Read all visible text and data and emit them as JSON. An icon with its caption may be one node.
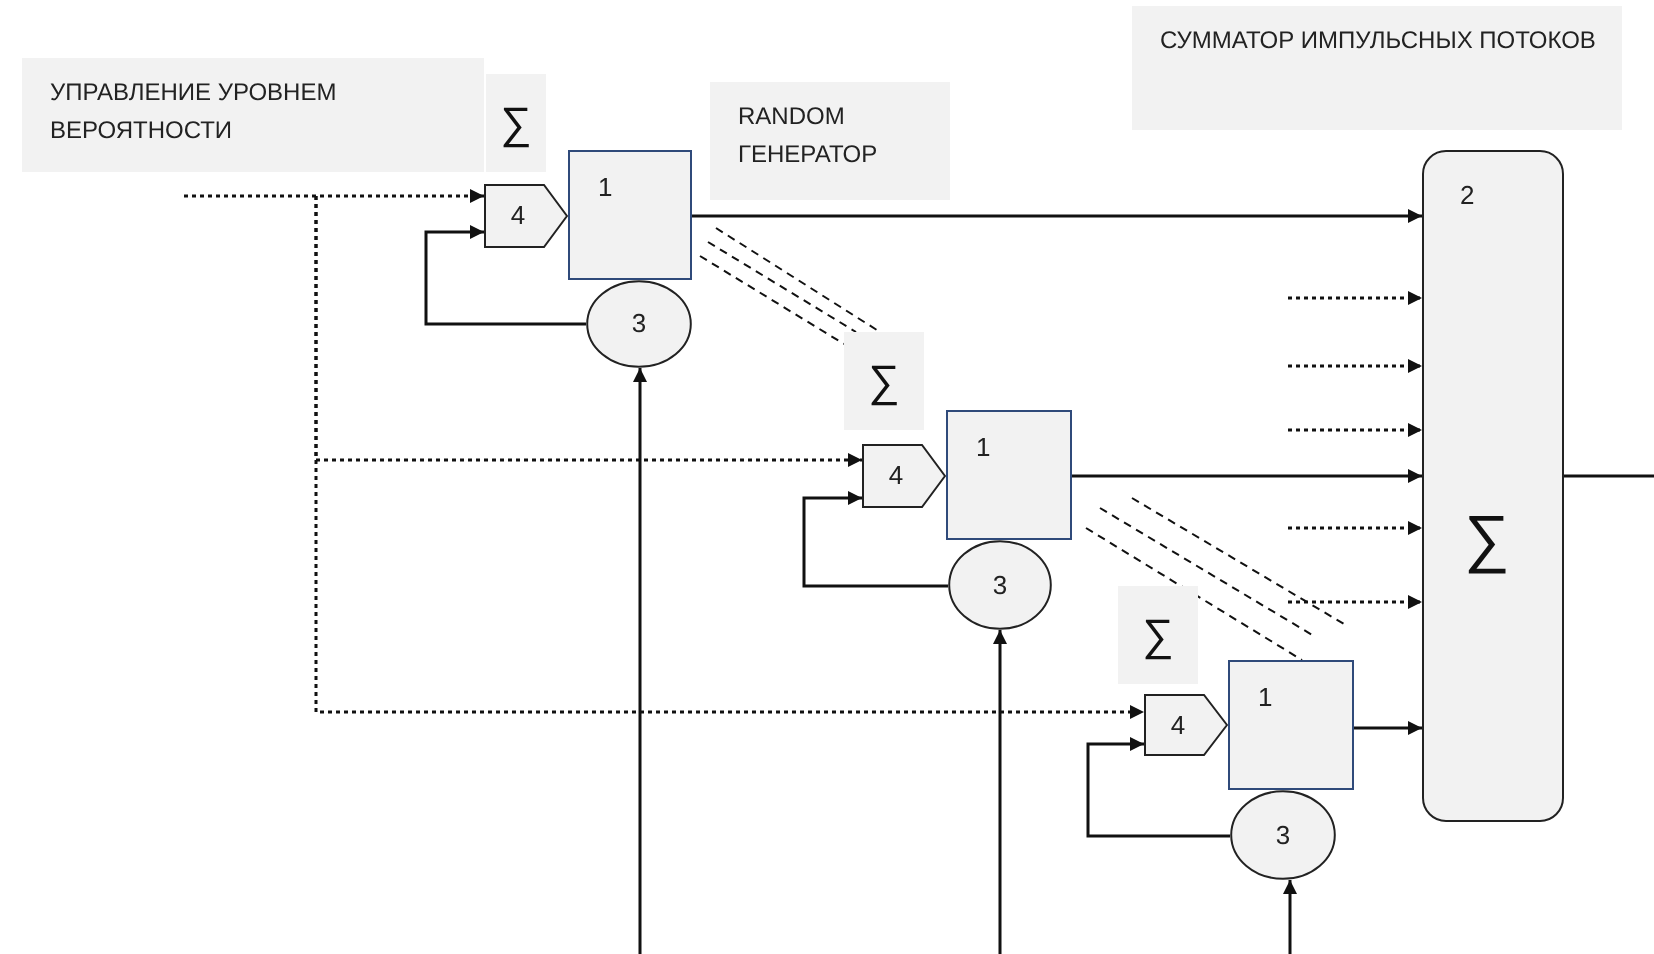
{
  "diagram": {
    "nodes": [
      {
        "text": [
          "УПРАВЛЕНИЕ УРОВНЕМ ВЕРОЯТНОСТИ"
        ]
      },
      {
        "text": [
          "∑"
        ]
      },
      {
        "text": [
          "RANDOM ГЕНЕРАТОР"
        ]
      },
      {
        "text": [
          "СУММАТОР ИМПУЛЬСНЫХ ПОТОКОВ"
        ]
      },
      {
        "text": [
          "1"
        ]
      },
      {
        "text": [
          "4"
        ]
      },
      {
        "text": [
          "3"
        ]
      },
      {
        "text": [
          "∑"
        ]
      },
      {
        "text": [
          "1"
        ]
      },
      {
        "text": [
          "4"
        ]
      },
      {
        "text": [
          "3"
        ]
      },
      {
        "text": [
          "∑"
        ]
      },
      {
        "text": [
          "1"
        ]
      },
      {
        "text": [
          "4"
        ]
      },
      {
        "text": [
          "3"
        ]
      },
      {
        "text": [
          "2",
          "∑"
        ]
      }
    ],
    "edges": [
      {
        "from": 0,
        "to": 5,
        "arrow": "to",
        "style": "dashed"
      },
      {
        "from": 0,
        "to": 9,
        "arrow": "to",
        "style": "dashed"
      },
      {
        "from": 0,
        "to": 13,
        "arrow": "to",
        "style": "dashed"
      },
      {
        "from": 4,
        "to": 15,
        "arrow": "to"
      },
      {
        "from": 8,
        "to": 15,
        "arrow": "to"
      },
      {
        "from": 12,
        "to": 15,
        "arrow": "to"
      },
      {
        "from": 6,
        "to": 5,
        "arrow": "to"
      },
      {
        "from": 10,
        "to": 9,
        "arrow": "to"
      },
      {
        "from": 14,
        "to": 13,
        "arrow": "to"
      },
      {
        "from": null,
        "to": 6,
        "arrow": "to"
      },
      {
        "from": null,
        "to": 10,
        "arrow": "to"
      },
      {
        "from": null,
        "to": 14,
        "arrow": "to"
      },
      {
        "from": 15,
        "to": null,
        "arrow": "none"
      },
      {
        "from": null,
        "to": 15,
        "arrow": "to",
        "style": "dashed"
      },
      {
        "from": null,
        "to": 15,
        "arrow": "to",
        "style": "dashed"
      },
      {
        "from": null,
        "to": 15,
        "arrow": "to",
        "style": "dashed"
      },
      {
        "from": null,
        "to": 15,
        "arrow": "to",
        "style": "dashed"
      },
      {
        "from": null,
        "to": 15,
        "arrow": "to",
        "style": "dashed"
      },
      {
        "from": 4,
        "to": 7,
        "arrow": "none",
        "style": "dashed"
      },
      {
        "from": 4,
        "to": 7,
        "arrow": "none",
        "style": "dashed"
      },
      {
        "from": 4,
        "to": 7,
        "arrow": "none",
        "style": "dashed"
      },
      {
        "from": 8,
        "to": 12,
        "arrow": "none",
        "style": "dashed"
      },
      {
        "from": 8,
        "to": 12,
        "arrow": "none",
        "style": "dashed"
      },
      {
        "from": 8,
        "to": 12,
        "arrow": "none",
        "style": "dashed"
      }
    ]
  }
}
